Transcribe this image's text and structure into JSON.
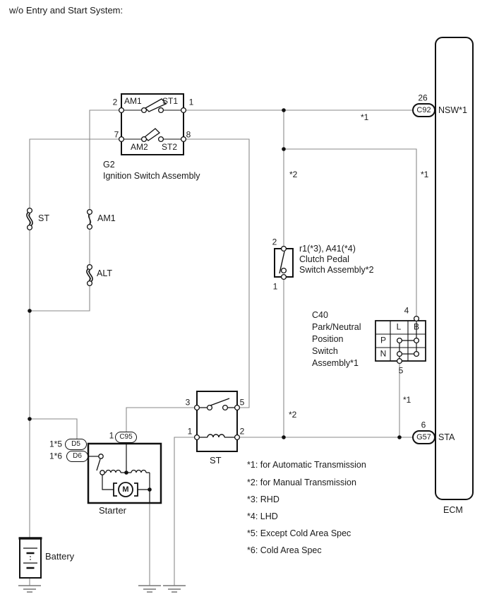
{
  "title": "w/o Entry and Start System:",
  "ignition_switch": {
    "id": "G2",
    "name": "Ignition Switch Assembly",
    "pin_numbers": {
      "p2": "2",
      "p1": "1",
      "p7": "7",
      "p8": "8"
    },
    "terminals": {
      "am1": "AM1",
      "st1": "ST1",
      "am2": "AM2",
      "st2": "ST2"
    }
  },
  "fuses": {
    "st": "ST",
    "am1": "AM1",
    "alt": "ALT"
  },
  "battery": {
    "label": "Battery"
  },
  "st_relay": {
    "label": "ST",
    "pins": {
      "p3": "3",
      "p5": "5",
      "p1": "1",
      "p2": "2"
    }
  },
  "clutch_switch": {
    "pin_top": "2",
    "pin_bottom": "1",
    "connector_line": "r1(*3), A41(*4)",
    "name_line1": "Clutch Pedal",
    "name_line2": "Switch Assembly*2"
  },
  "pnp_switch": {
    "id": "C40",
    "name_lines": [
      "Park/Neutral",
      "Position",
      "Switch",
      "Assembly*1"
    ],
    "pin_top": "4",
    "pin_bottom": "5",
    "col_l": "L",
    "col_b": "B",
    "row_p": "P",
    "row_n": "N"
  },
  "starter": {
    "label": "Starter",
    "motor_letter": "M",
    "c95": {
      "pin": "1",
      "id": "C95"
    },
    "d5": {
      "pin": "1*5",
      "id": "D5"
    },
    "d6": {
      "pin": "1*6",
      "id": "D6"
    }
  },
  "ecm": {
    "label": "ECM",
    "nsw": {
      "pin": "26",
      "id": "C92",
      "signal": "NSW*1"
    },
    "sta": {
      "pin": "6",
      "id": "G57",
      "signal": "STA"
    }
  },
  "wire_labels": {
    "to_c92": "*1",
    "mt_branch": "*2",
    "at_branch": "*1",
    "mt_lower": "*2",
    "at_lower": "*1"
  },
  "notes": [
    "*1: for Automatic Transmission",
    "*2: for Manual Transmission",
    "*3: RHD",
    "*4: LHD",
    "*5: Except Cold Area Spec",
    "*6: Cold Area Spec"
  ],
  "colors": {
    "wire": "#8a8a8a",
    "component": "#111111",
    "background": "#ffffff"
  }
}
